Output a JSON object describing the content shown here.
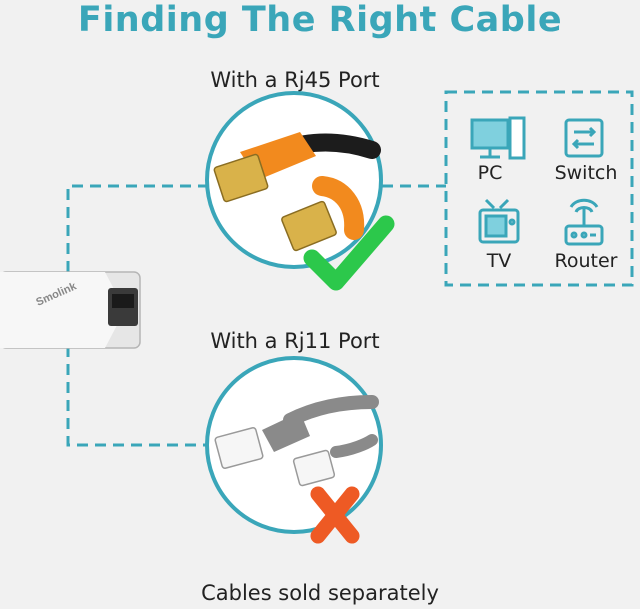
{
  "header": {
    "title": "Finding The Right Cable"
  },
  "rj45": {
    "label": "With a Rj45 Port"
  },
  "rj11": {
    "label": "With a Rj11 Port"
  },
  "adapter": {
    "brand": "Smolink"
  },
  "devices": [
    {
      "label": "PC",
      "icon": "pc-icon"
    },
    {
      "label": "Switch",
      "icon": "switch-icon"
    },
    {
      "label": "TV",
      "icon": "tv-icon"
    },
    {
      "label": "Router",
      "icon": "router-icon"
    }
  ],
  "footer": {
    "note": "Cables sold separately"
  },
  "colors": {
    "accent": "#3aa6b9",
    "check": "#2cc84b",
    "cross": "#ee5a24",
    "cable_orange": "#f28a1e",
    "cable_grey": "#8a8a8a"
  }
}
